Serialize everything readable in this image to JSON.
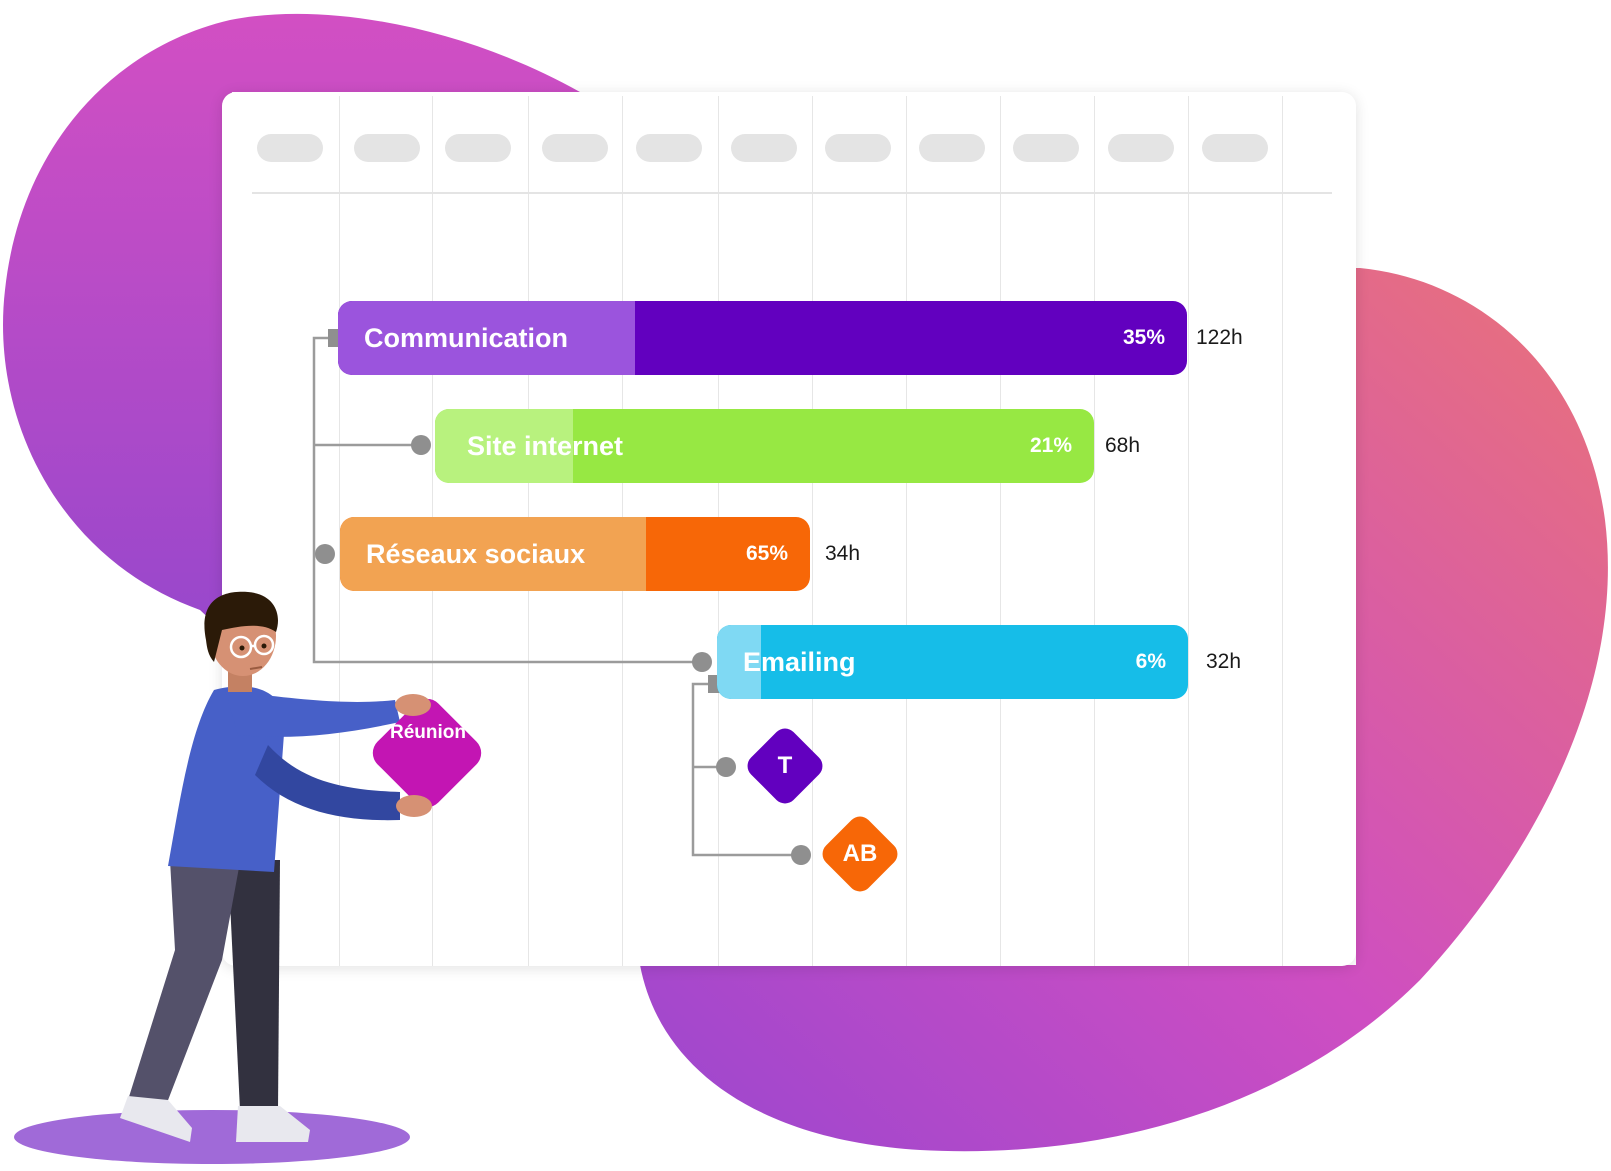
{
  "colors": {
    "blob_start": "#a340d4",
    "blob_end": "#ea7377",
    "card_bg": "#ffffff",
    "connector": "#9b9b9b",
    "person_shirt": "#4760c8",
    "person_floor": "#a06ad8"
  },
  "tasks": [
    {
      "label": "Communication",
      "progress_label": "35%",
      "progress": 0.35,
      "hours": "122h",
      "color": "#6200bf",
      "progress_color": "#9b54dd"
    },
    {
      "label": "Site internet",
      "progress_label": "21%",
      "progress": 0.21,
      "hours": "68h",
      "color": "#97e843",
      "progress_color": "#b8f27e"
    },
    {
      "label": "Réseaux sociaux",
      "progress_label": "65%",
      "progress": 0.65,
      "hours": "34h",
      "color": "#f76707",
      "progress_color": "#f2a352"
    },
    {
      "label": "Emailing",
      "progress_label": "6%",
      "progress": 0.06,
      "hours": "32h",
      "color": "#16bde8",
      "progress_color": "#7fd9f3"
    }
  ],
  "milestones": [
    {
      "label": "T",
      "color": "#6200bf"
    },
    {
      "label": "AB",
      "color": "#f76707"
    }
  ],
  "reunion": {
    "label": "Réunion",
    "color": "#c315b3"
  }
}
